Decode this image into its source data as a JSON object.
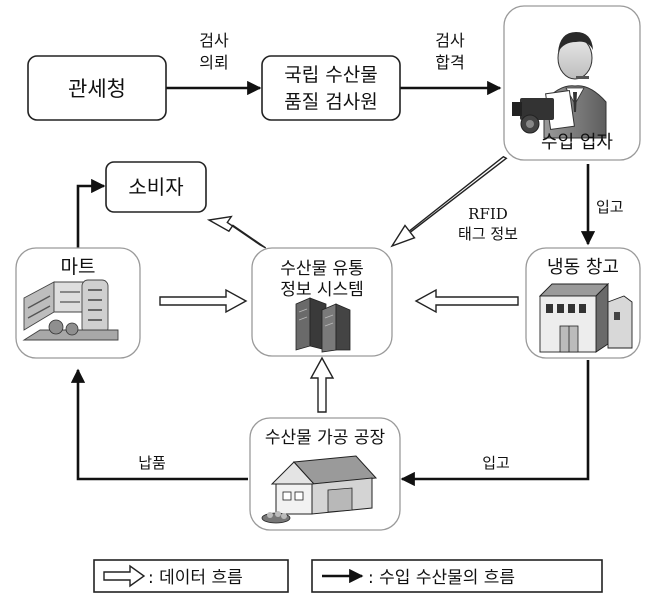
{
  "nodes": {
    "customs": "관세청",
    "inspection_line1": "국립 수산물",
    "inspection_line2": "품질 검사원",
    "importer": "수입 업자",
    "consumer": "소비자",
    "mart": "마트",
    "system_line1": "수산물 유통",
    "system_line2": "정보 시스템",
    "cold_storage": "냉동 창고",
    "factory": "수산물 가공 공장"
  },
  "edges": {
    "request_line1": "검사",
    "request_line2": "의뢰",
    "pass_line1": "검사",
    "pass_line2": "합격",
    "rfid_line1": "RFID",
    "rfid_line2": "태그 정보",
    "storage_in_right": "입고",
    "storage_in_bottom": "입고",
    "delivery": "납품"
  },
  "legend": {
    "data_label": ": 데이터 흐름",
    "import_label": ": 수입 수산물의 흐름"
  },
  "icons": {
    "importer": "businessman-with-camera-icon",
    "mart": "building-icon",
    "system": "server-icon",
    "cold_storage": "warehouse-icon",
    "factory": "house-icon"
  }
}
